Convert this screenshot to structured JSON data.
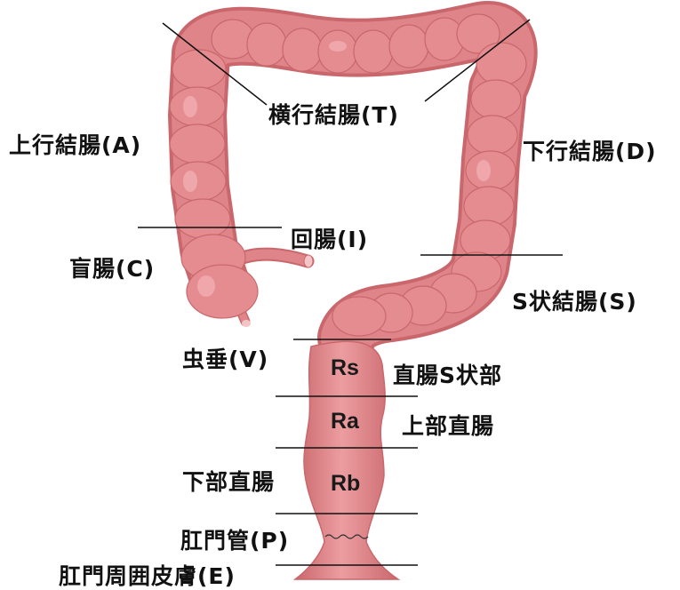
{
  "colors": {
    "colon_fill": "#df8488",
    "colon_shadow": "#c9676c",
    "colon_highlight": "#f2b7b9",
    "line": "#111111"
  },
  "labels": {
    "transverse": "横行結腸(T)",
    "ascending": "上行結腸(A)",
    "descending": "下行結腸(D)",
    "ileum": "回腸(I)",
    "cecum": "盲腸(C)",
    "sigmoid": "S状結腸(S)",
    "appendix": "虫垂(V)",
    "rectosigmoid": "直腸S状部",
    "upper_rectum": "上部直腸",
    "lower_rectum": "下部直腸",
    "anal_canal": "肛門管(P)",
    "perianal_skin": "肛門周囲皮膚(E)"
  },
  "segments": {
    "rs": "Rs",
    "ra": "Ra",
    "rb": "Rb"
  }
}
